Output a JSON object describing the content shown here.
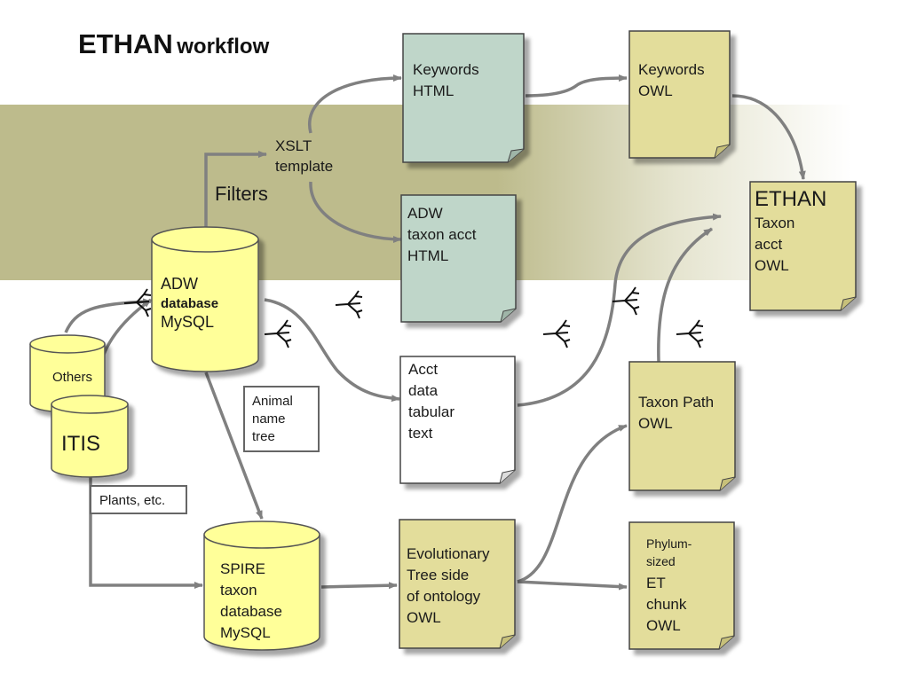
{
  "title": {
    "main": "ETHAN",
    "sub": "workflow"
  },
  "colors": {
    "band": "#bdbb8c",
    "doc_yellow": "#e3dd9b",
    "doc_teal": "#bfd6c9",
    "db_yellow": "#ffff99",
    "arrow": "#808080"
  },
  "labels": {
    "filters": "Filters",
    "xslt": [
      "XSLT",
      "template"
    ],
    "animal_name_tree": [
      "Animal",
      "name",
      "tree"
    ],
    "plants": "Plants, etc."
  },
  "databases": {
    "adw": [
      "ADW",
      "database",
      "MySQL"
    ],
    "others": "Others",
    "itis": "ITIS",
    "spire": [
      "SPIRE",
      "taxon",
      "database",
      "MySQL"
    ]
  },
  "documents": {
    "keywords_html": [
      "Keywords",
      "HTML"
    ],
    "keywords_owl": [
      "Keywords",
      "OWL"
    ],
    "ethan_owl": [
      "ETHAN",
      "Taxon",
      "acct",
      "OWL"
    ],
    "adw_html": [
      "ADW",
      "taxon acct",
      "HTML"
    ],
    "acct_text": [
      "Acct",
      "data",
      "tabular",
      "text"
    ],
    "taxon_path": [
      "Taxon Path",
      "OWL"
    ],
    "evo_tree": [
      "Evolutionary",
      "Tree side",
      "of ontology",
      "OWL"
    ],
    "phylum": [
      "Phylum-",
      "sized",
      "ET",
      "chunk",
      "OWL"
    ]
  }
}
